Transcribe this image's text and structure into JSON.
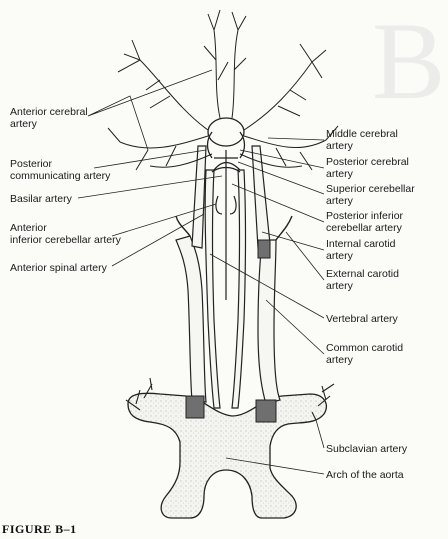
{
  "labels": {
    "anterior_cerebral": "Anterior cerebral\nartery",
    "posterior_communicating": "Posterior\ncommunicating artery",
    "basilar": "Basilar artery",
    "anterior_inferior_cerebellar": "Anterior\ninferior cerebellar artery",
    "anterior_spinal": "Anterior spinal artery",
    "middle_cerebral": "Middle cerebral\nartery",
    "posterior_cerebral": "Posterior cerebral\nartery",
    "superior_cerebellar": "Superior cerebellar\nartery",
    "posterior_inferior_cerebellar": "Posterior inferior\ncerebellar artery",
    "internal_carotid": "Internal carotid\nartery",
    "external_carotid": "External carotid\nartery",
    "vertebral": "Vertebral artery",
    "common_carotid": "Common carotid\nartery",
    "subclavian": "Subclavian artery",
    "arch_aorta": "Arch of the aorta"
  },
  "caption": "FIGURE B–1",
  "colors": {
    "vessel_fill": "#f2f2ee",
    "vessel_stroke": "#222222",
    "shaded_segment": "#6f6f6f"
  }
}
